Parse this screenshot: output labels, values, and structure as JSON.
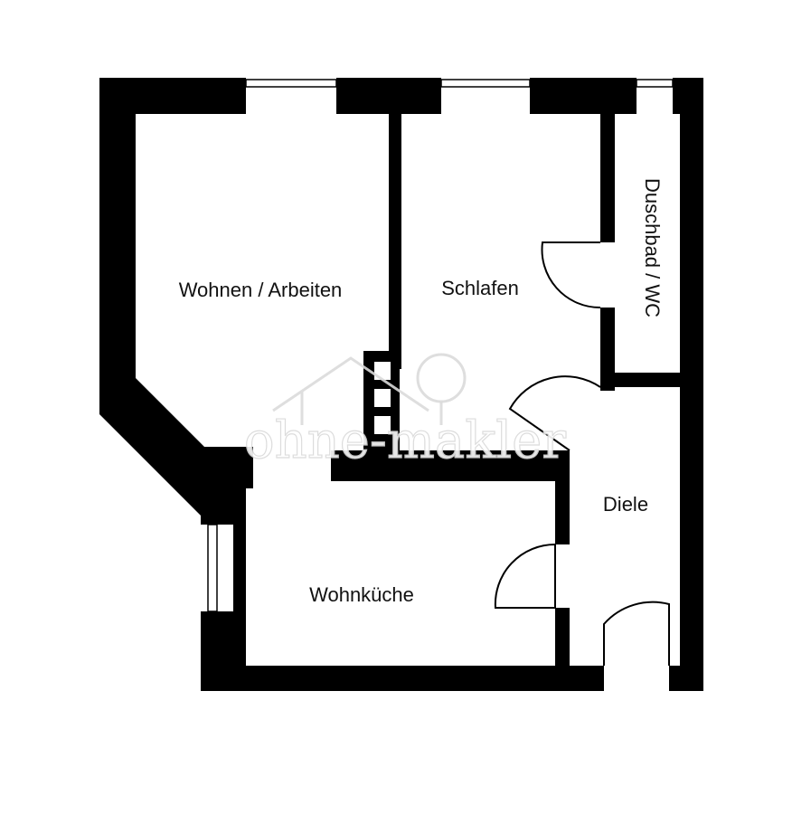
{
  "floorplan": {
    "rooms": {
      "wohnen": "Wohnen / Arbeiten",
      "schlafen": "Schlafen",
      "duschbad": "Duschbad / WC",
      "diele": "Diele",
      "wohnkueche": "Wohnküche"
    },
    "watermark": "ohne-makler"
  },
  "colors": {
    "wall": "#000000",
    "background": "#ffffff",
    "watermark": "#d9d9d9"
  }
}
